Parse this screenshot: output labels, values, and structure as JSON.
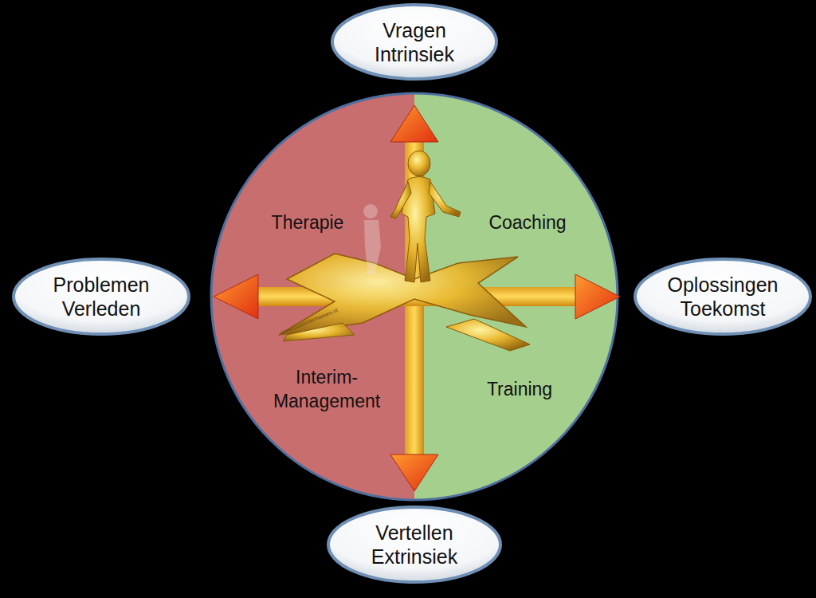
{
  "diagram": {
    "nodes": [
      {
        "text": [
          "Vragen Intrinsiek"
        ]
      },
      {
        "text": [
          "Problemen Verleden"
        ]
      },
      {
        "text": [
          "Oplossingen Toekomst"
        ]
      },
      {
        "text": [
          "Vertellen Extrinsiek"
        ]
      }
    ],
    "labels": [
      "Therapie",
      "Coaching",
      "Interim-Management",
      "Training",
      "www.GuidoVermeeren.nl"
    ]
  }
}
